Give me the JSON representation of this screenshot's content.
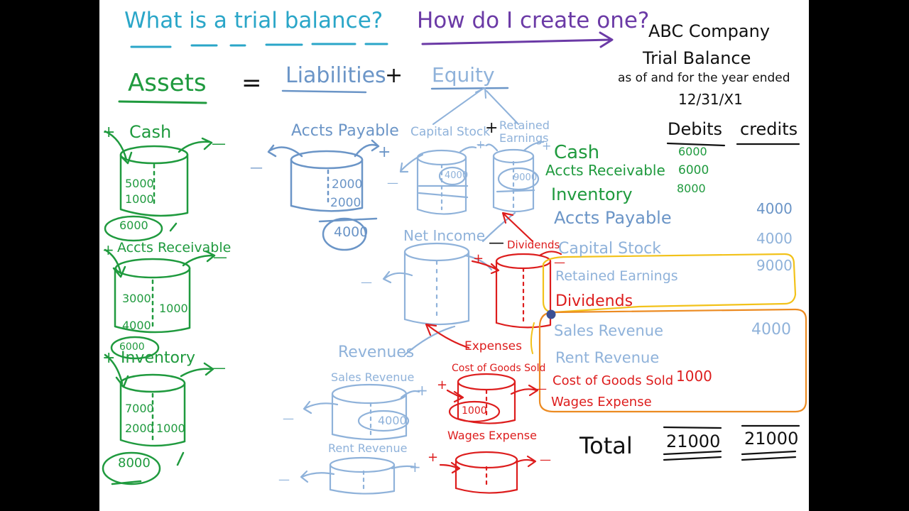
{
  "title": {
    "q1": "What is a trial balance?",
    "q2": "How do I create one?"
  },
  "equation": {
    "assets": "Assets",
    "eq": "=",
    "liabilities": "Liabilities",
    "plus": "+",
    "equity": "Equity"
  },
  "header": {
    "company": "ABC Company",
    "report": "Trial Balance",
    "period": "as of and for the year ended",
    "date": "12/31/X1",
    "debits": "Debits",
    "credits": "credits"
  },
  "t_accounts": {
    "cash": {
      "label": "Cash",
      "plus": "+",
      "minus": "—",
      "entries": [
        "5000",
        "1000"
      ],
      "balance": "6000"
    },
    "receivable": {
      "label": "Accts Receivable",
      "plus": "+",
      "minus": "—",
      "entries": [
        "3000",
        "4000"
      ],
      "credit": "1000",
      "balance": "6000"
    },
    "inventory": {
      "label": "Inventory",
      "plus": "+",
      "minus": "—",
      "entries": [
        "7000",
        "2000"
      ],
      "credit": "1000",
      "balance": "8000"
    },
    "payable": {
      "label": "Accts Payable",
      "minus": "—",
      "plus": "+",
      "entries": [
        "2000",
        "2000"
      ],
      "balance": "4000"
    },
    "capital": {
      "label": "Capital Stock",
      "plus": "+",
      "minus": "—",
      "entry": "4000"
    },
    "retained": {
      "label": "Retained Earnings",
      "plus": "+",
      "minus": "—",
      "entry": "9000"
    },
    "net_income": {
      "label": "Net Income",
      "minus": "—"
    },
    "dividends": {
      "label": "Dividends",
      "plus": "+",
      "minus": "—"
    },
    "revenues": {
      "label": "Revenues"
    },
    "sales": {
      "label": "Sales Revenue",
      "minus": "—",
      "plus": "+",
      "entry": "4000"
    },
    "rent": {
      "label": "Rent Revenue",
      "minus": "—",
      "plus": "+"
    },
    "expenses": {
      "label": "Expenses"
    },
    "cogs": {
      "label": "Cost of Goods Sold",
      "plus": "+",
      "minus": "—",
      "entry": "1000"
    },
    "wages": {
      "label": "Wages Expense",
      "plus": "+",
      "minus": "—"
    }
  },
  "trial_balance": [
    {
      "account": "Cash",
      "debit": "6000",
      "credit": ""
    },
    {
      "account": "Accts Receivable",
      "debit": "6000",
      "credit": ""
    },
    {
      "account": "Inventory",
      "debit": "8000",
      "credit": ""
    },
    {
      "account": "Accts Payable",
      "debit": "",
      "credit": "4000"
    },
    {
      "account": "Capital Stock",
      "debit": "",
      "credit": "4000"
    },
    {
      "account": "Retained Earnings",
      "debit": "",
      "credit": "9000"
    },
    {
      "account": "Dividends",
      "debit": "",
      "credit": ""
    },
    {
      "account": "Sales Revenue",
      "debit": "",
      "credit": "4000"
    },
    {
      "account": "Rent Revenue",
      "debit": "",
      "credit": ""
    },
    {
      "account": "Cost of Goods Sold",
      "debit": "1000",
      "credit": ""
    },
    {
      "account": "Wages Expense",
      "debit": "",
      "credit": ""
    }
  ],
  "totals": {
    "label": "Total",
    "debits": "21000",
    "credits": "21000"
  },
  "colors": {
    "green": "#1f9a3e",
    "blue": "#6b95c7",
    "light_blue": "#8fb2da",
    "red": "#dd1d1d",
    "purple": "#6b3aa6",
    "teal": "#2aa6c8",
    "yellow_box": "#f2c21a",
    "orange_box": "#ec8b22",
    "black": "#111111"
  }
}
